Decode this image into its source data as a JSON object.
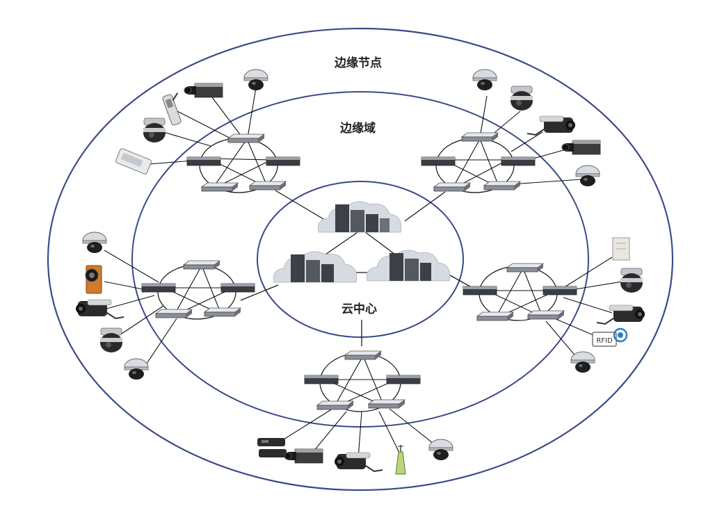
{
  "labels": {
    "outer_ring": "边缘节点",
    "middle_ring": "边缘域",
    "center": "云中心"
  },
  "colors": {
    "ring_stroke": "#3a4a86",
    "link_stroke": "#1a1a1a",
    "cloud_fill": "#d6dbe2",
    "device_dark": "#2b2b2b",
    "device_light": "#c9ccd1",
    "antenna_green": "#b9d67a",
    "card_orange": "#d07a2c"
  },
  "clusters": [
    {
      "id": "top-left",
      "devices": [
        "handheld-scanner",
        "box-camera",
        "dome-camera",
        "ptz-camera",
        "card-reader"
      ]
    },
    {
      "id": "top-right",
      "devices": [
        "dome-camera",
        "ptz-camera",
        "bullet-camera",
        "box-camera",
        "dome-camera"
      ]
    },
    {
      "id": "left",
      "devices": [
        "dome-camera",
        "thermal-camera",
        "bullet-camera",
        "ptz-camera",
        "dome-camera"
      ]
    },
    {
      "id": "right",
      "devices": [
        "access-panel",
        "ptz-camera",
        "bullet-camera",
        "rfid-reader",
        "dome-camera"
      ]
    },
    {
      "id": "bottom",
      "devices": [
        "storage-unit",
        "box-camera",
        "bullet-camera",
        "wireless-antenna",
        "dome-camera"
      ]
    }
  ],
  "cloud_nodes": [
    "server-cloud-top",
    "server-cloud-left",
    "server-cloud-right"
  ],
  "rfid_text": "RFID"
}
